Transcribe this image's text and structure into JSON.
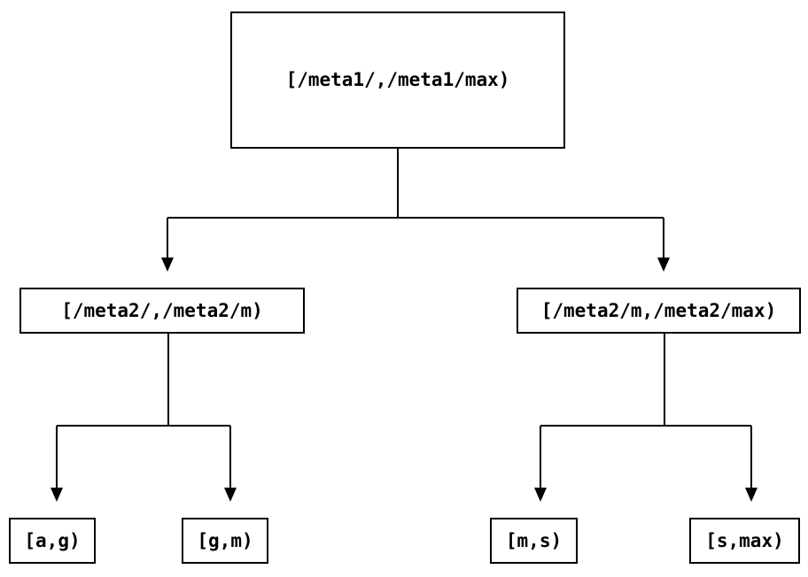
{
  "diagram": {
    "type": "tree",
    "background_color": "#ffffff",
    "line_color": "#000000",
    "text_color": "#000000",
    "nodes": {
      "root": {
        "label": "[/meta1/,/meta1/max)"
      },
      "meta2_lo": {
        "label": "[/meta2/,/meta2/m)"
      },
      "meta2_hi": {
        "label": "[/meta2/m,/meta2/max)"
      },
      "leaf_ag": {
        "label": "[a,g)"
      },
      "leaf_gm": {
        "label": "[g,m)"
      },
      "leaf_ms": {
        "label": "[m,s)"
      },
      "leaf_smax": {
        "label": "[s,max)"
      }
    },
    "edges": [
      {
        "from": "root",
        "to": "meta2_lo"
      },
      {
        "from": "root",
        "to": "meta2_hi"
      },
      {
        "from": "meta2_lo",
        "to": "leaf_ag"
      },
      {
        "from": "meta2_lo",
        "to": "leaf_gm"
      },
      {
        "from": "meta2_hi",
        "to": "leaf_ms"
      },
      {
        "from": "meta2_hi",
        "to": "leaf_smax"
      }
    ]
  }
}
